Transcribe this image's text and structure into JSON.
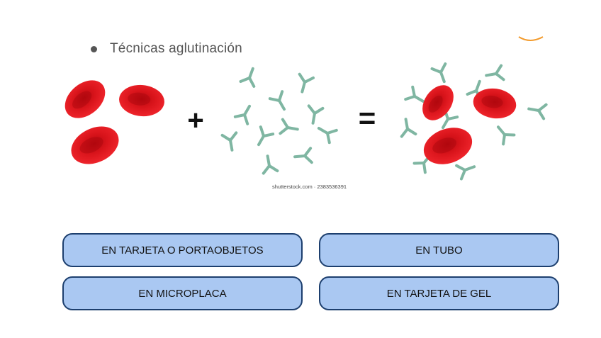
{
  "heading": {
    "text": "Técnicas aglutinación"
  },
  "illustration": {
    "plus_symbol": "+",
    "equals_symbol": "=",
    "watermark": "shutterstock.com · 2383536391",
    "colors": {
      "red_cell": "#d9141b",
      "antibody": "#7fb6a2",
      "accent": "#f39a2b"
    },
    "icons": [
      "red-blood-cell-icon",
      "antibody-icon"
    ]
  },
  "options": [
    {
      "label": "EN TARJETA O PORTAOBJETOS"
    },
    {
      "label": "EN TUBO"
    },
    {
      "label": "EN MICROPLACA"
    },
    {
      "label": "EN TARJETA DE GEL"
    }
  ],
  "theme": {
    "button_fill": "#aac8f2",
    "button_border": "#1d3f6e"
  }
}
